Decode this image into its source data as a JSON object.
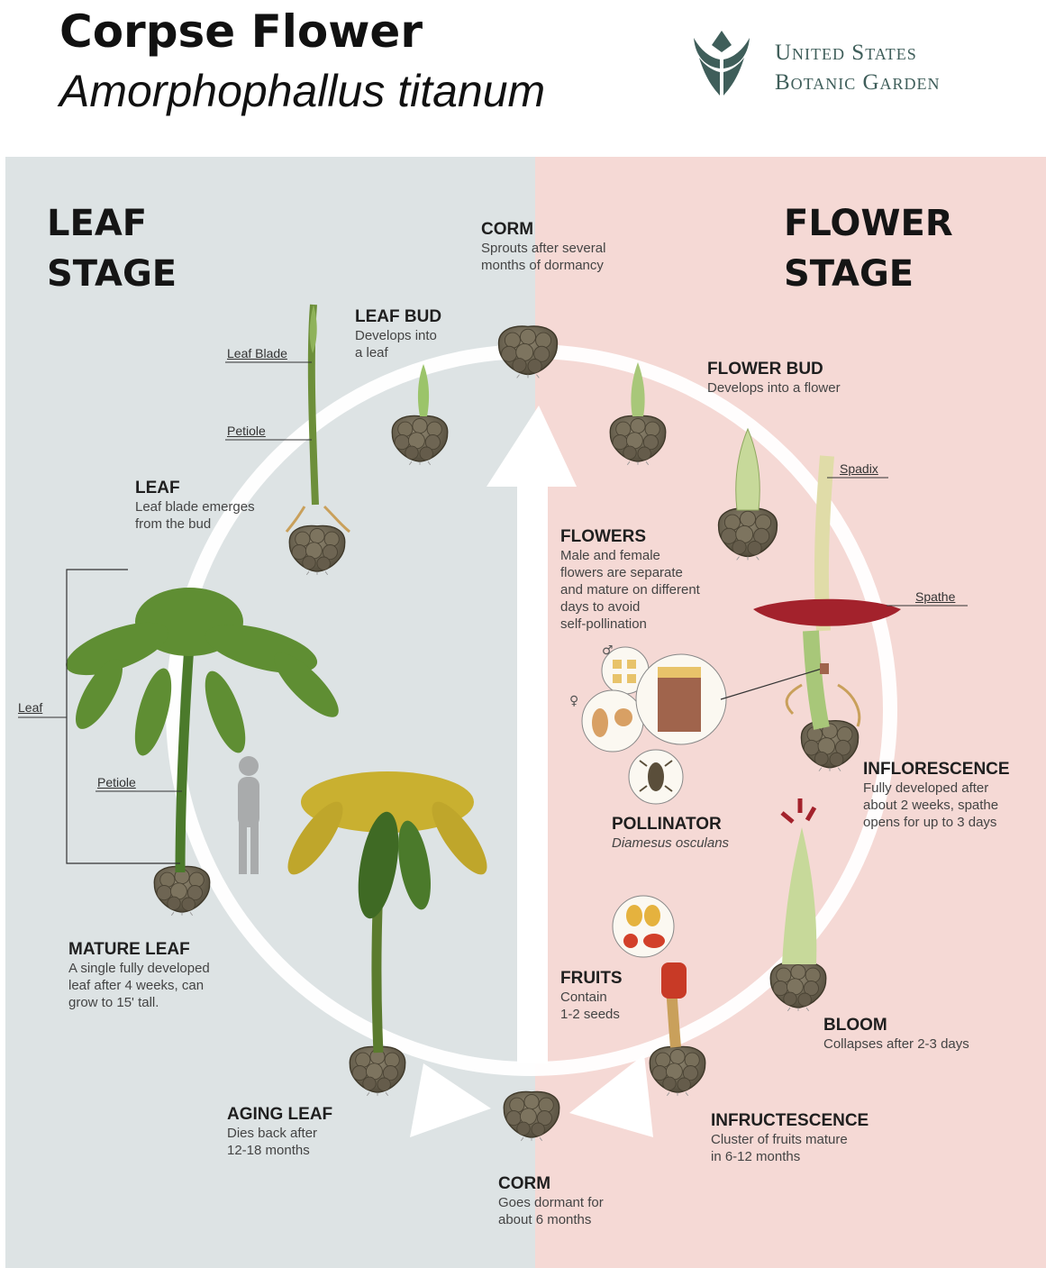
{
  "header": {
    "title": "Corpse Flower",
    "subtitle": "Amorphophallus titanum",
    "logo": {
      "line1": "United States",
      "line2": "Botanic Garden",
      "icon": "tulip-logo-icon",
      "color": "#3f5e5a"
    }
  },
  "stages": {
    "leaf": {
      "line1": "LEAF",
      "line2": "STAGE",
      "background": "#dde3e4"
    },
    "flower": {
      "line1": "FLOWER",
      "line2": "STAGE",
      "background": "#f5d9d5"
    }
  },
  "steps": {
    "corm_top": {
      "label": "CORM",
      "desc": "Sprouts after several\nmonths of dormancy"
    },
    "leaf_bud": {
      "label": "LEAF BUD",
      "desc": "Develops into\na leaf"
    },
    "leaf": {
      "label": "LEAF",
      "desc": "Leaf blade emerges\nfrom the bud"
    },
    "mature_leaf": {
      "label": "MATURE LEAF",
      "desc": "A single fully developed\nleaf after 4 weeks, can\ngrow to 15' tall."
    },
    "aging_leaf": {
      "label": "AGING LEAF",
      "desc": "Dies back after\n12-18 months"
    },
    "corm_bottom": {
      "label": "CORM",
      "desc": "Goes dormant for\nabout 6 months"
    },
    "flower_bud": {
      "label": "FLOWER BUD",
      "desc": "Develops into a flower"
    },
    "flowers": {
      "label": "FLOWERS",
      "desc": "Male and female\nflowers are separate\nand mature on different\ndays to avoid\nself-pollination"
    },
    "pollinator": {
      "label": "POLLINATOR",
      "desc": "Diamesus osculans"
    },
    "inflorescence": {
      "label": "INFLORESCENCE",
      "desc": "Fully developed after\nabout 2 weeks, spathe\nopens for up to 3 days"
    },
    "fruits": {
      "label": "FRUITS",
      "desc": "Contain\n1-2 seeds"
    },
    "bloom": {
      "label": "BLOOM",
      "desc": "Collapses after 2-3 days"
    },
    "infructescence": {
      "label": "INFRUCTESCENCE",
      "desc": "Cluster of fruits mature\nin 6-12 months"
    }
  },
  "parts": {
    "leaf_blade": "Leaf Blade",
    "petiole_top": "Petiole",
    "leaf": "Leaf",
    "petiole_lower": "Petiole",
    "spadix": "Spadix",
    "spathe": "Spathe"
  },
  "colors": {
    "leaf_green": "#6d8f3a",
    "dark_green": "#3f6a24",
    "aging_yellow": "#c9b030",
    "corm_brown": "#6e6553",
    "spathe_red": "#a3222c",
    "arrow_white": "#ffffff"
  }
}
